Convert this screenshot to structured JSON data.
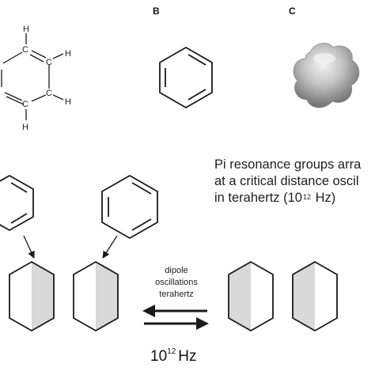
{
  "panels": {
    "a_label": "",
    "b_label": "B",
    "c_label": "C"
  },
  "benzene_a": {
    "carbon_symbol": "C",
    "hydrogen_symbol": "H"
  },
  "caption": {
    "line1": "Pi resonance groups arra",
    "line2": "at a critical distance oscil",
    "line3_prefix": "in terahertz (10",
    "line3_exp": "12",
    "line3_suffix": " Hz)"
  },
  "oscillation": {
    "label_line1": "dipole",
    "label_line2": "oscillations",
    "label_line3": "terahertz"
  },
  "frequency": {
    "base": "10",
    "exp": "12",
    "unit": "Hz"
  },
  "colors": {
    "stroke": "#1a1a1a",
    "shade": "#d9d9d9",
    "sphere": "#a9a9a9"
  }
}
